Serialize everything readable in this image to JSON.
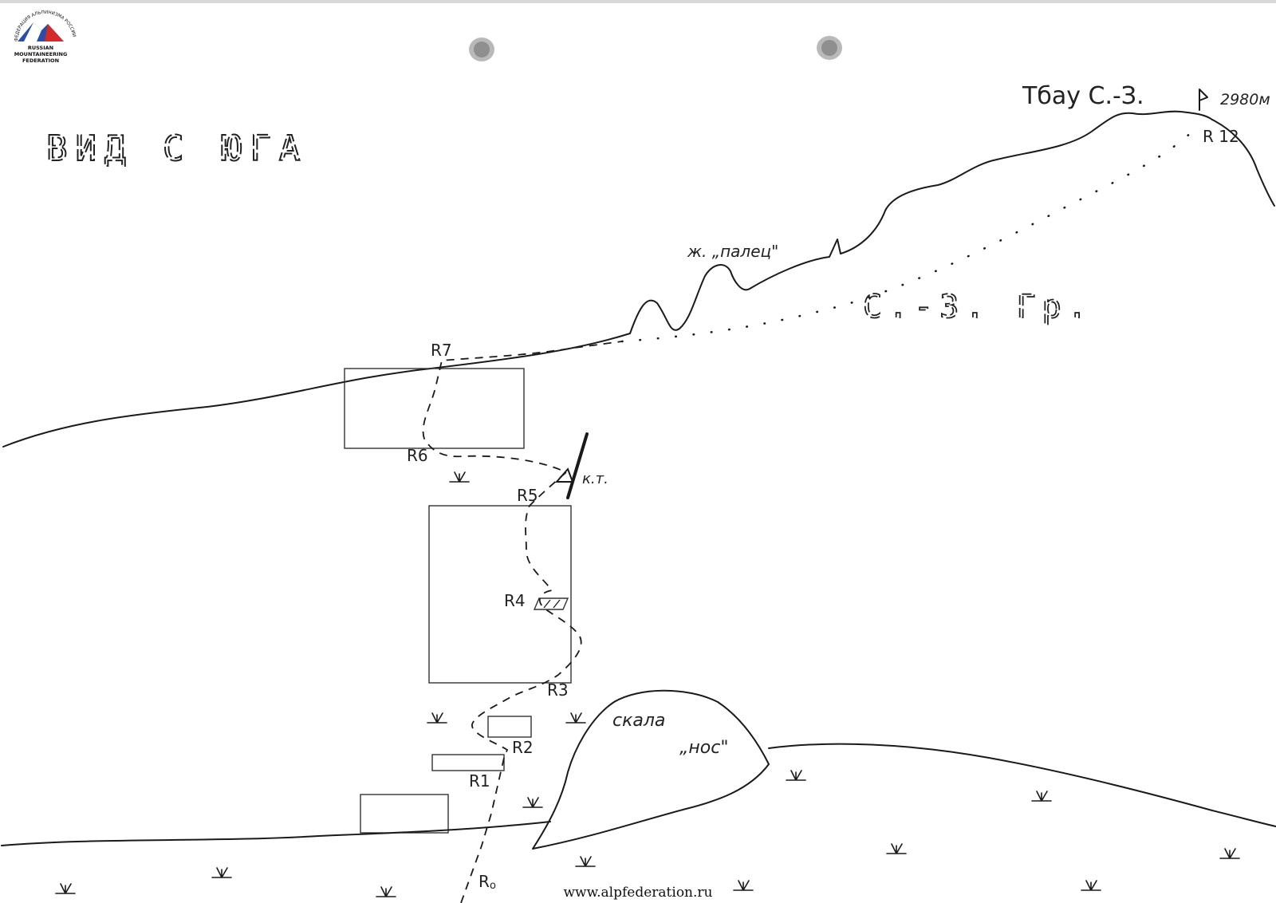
{
  "logo": {
    "arc_text": "ФЕДЕРАЦИЯ АЛЬПИНИЗМА РОССИИ",
    "line1": "RUSSIAN",
    "line2": "MOUNTAINEERING",
    "line3": "FEDERATION",
    "colors": {
      "red": "#d42a2a",
      "blue": "#2a4ea8",
      "white": "#ffffff"
    }
  },
  "diagram": {
    "view_title": "ВИД С ЮГА",
    "peak_name": "Тбау С.-З.",
    "peak_height": "2980м",
    "ridge_label": "С.-З. Гр.",
    "gendarme_label": "ж. „палец\"",
    "rock_label_line1": "скала",
    "rock_label_line2": "„нос\"",
    "control_point": "к.т.",
    "belays": [
      "R0",
      "R1",
      "R2",
      "R3",
      "R4",
      "R5",
      "R6",
      "R7",
      "R12"
    ],
    "belay_display": {
      "r0": "R",
      "r0_sub": "o",
      "r1": "R1",
      "r2": "R2",
      "r3": "R3",
      "r4": "R4",
      "r5": "R5",
      "r6": "R6",
      "r7": "R7",
      "r12": "R 12"
    }
  },
  "footer": {
    "url": "www.alpfederation.ru"
  }
}
